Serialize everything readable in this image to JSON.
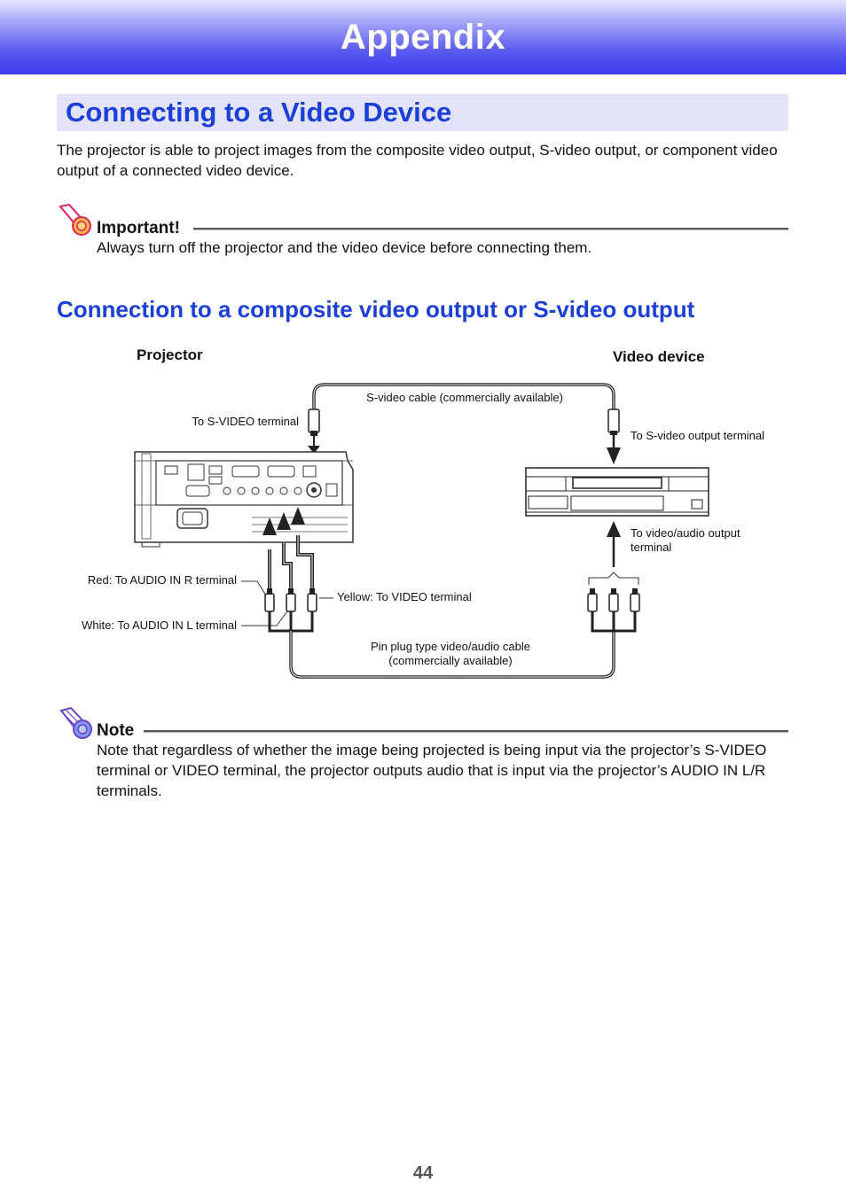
{
  "header": {
    "title": "Appendix"
  },
  "section": {
    "title": "Connecting to a Video Device"
  },
  "intro_text": "The projector is able to project images from the composite video output, S-video output, or component video output of a connected video device.",
  "important": {
    "label": "Important!",
    "text": "Always turn off the projector and the video device before connecting them."
  },
  "subsection": {
    "title": "Connection to a composite video output or S-video output"
  },
  "diagram": {
    "projector_label": "Projector",
    "video_device_label": "Video device",
    "svideo_cable_label": "S-video cable (commercially available)",
    "to_svideo_terminal": "To S-VIDEO terminal",
    "to_svideo_output_terminal": "To S-video output terminal",
    "to_video_audio_output_line1": "To video/audio output",
    "to_video_audio_output_line2": "terminal",
    "red_audio_r": "Red: To AUDIO IN R terminal",
    "white_audio_l": "White: To AUDIO IN L terminal",
    "yellow_video": "Yellow: To VIDEO terminal",
    "pin_cable_line1": "Pin plug type video/audio cable",
    "pin_cable_line2": "(commercially available)"
  },
  "note": {
    "label": "Note",
    "text": "Note that regardless of whether the image being projected is being input via the projector’s S-VIDEO terminal or VIDEO terminal, the projector outputs audio that is input via the projector’s AUDIO IN L/R terminals."
  },
  "page_number": "44",
  "colors": {
    "accent": "#1b3fd8",
    "banner": "#3c3cf2"
  }
}
